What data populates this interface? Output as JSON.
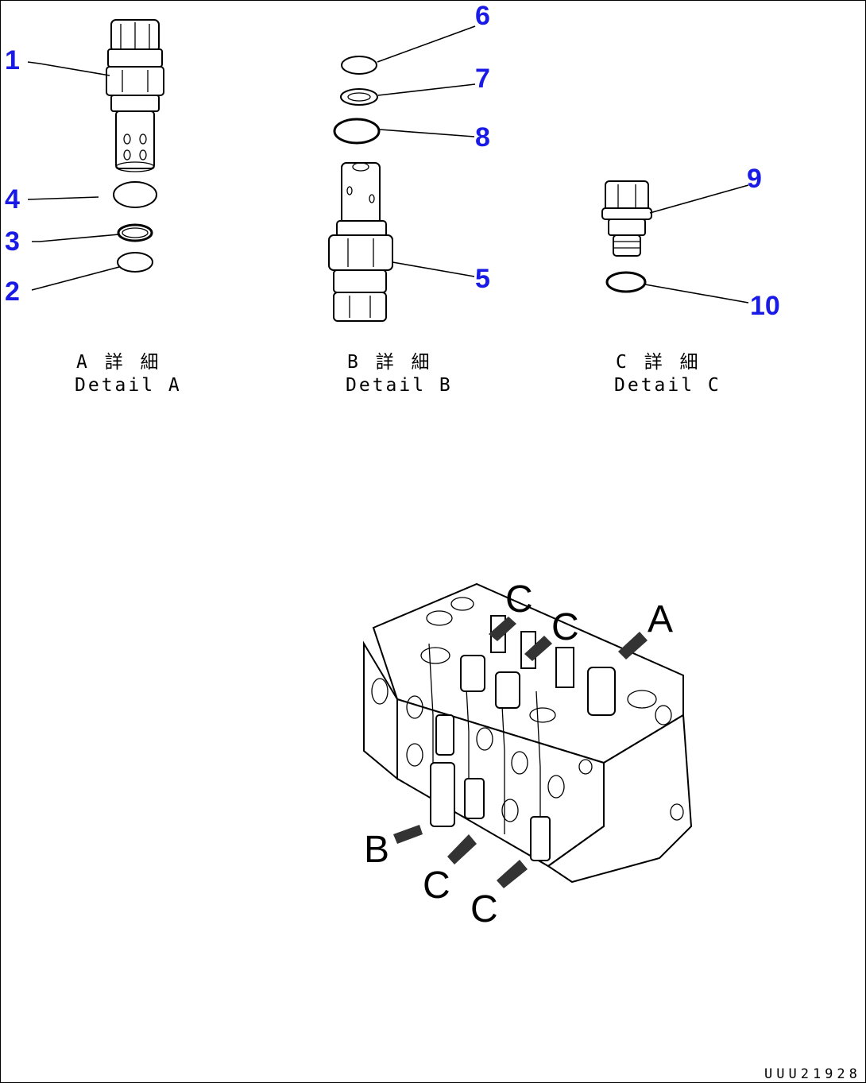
{
  "part_numbers": [
    "1",
    "2",
    "3",
    "4",
    "5",
    "6",
    "7",
    "8",
    "9",
    "10"
  ],
  "details": [
    {
      "jp": "A 詳 細",
      "en": "Detail A"
    },
    {
      "jp": "B 詳 細",
      "en": "Detail B"
    },
    {
      "jp": "C 詳 細",
      "en": "Detail C"
    }
  ],
  "view_labels": {
    "a": "A",
    "b": "B",
    "c": "C"
  },
  "drawing_code": "UUU21928",
  "colors": {
    "callout": "#1a1ae6",
    "line": "#000000",
    "background": "#ffffff"
  }
}
